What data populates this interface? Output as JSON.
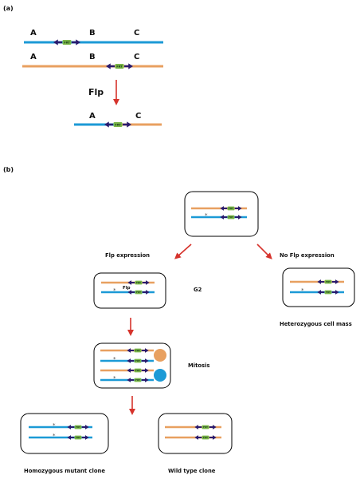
{
  "panel_a": {
    "label": "(a)",
    "chromosome1_labels": [
      "A",
      "B",
      "C"
    ],
    "chromosome2_labels": [
      "A",
      "B",
      "C"
    ],
    "recombinase": "Flp",
    "product_labels": [
      "A",
      "C"
    ]
  },
  "panel_b": {
    "label": "(b)",
    "flp_expression": "Flp expression",
    "no_flp_expression": "No Flp expression",
    "g2": "G2",
    "flp_in_cell": "Flp",
    "mitosis": "Mitosis",
    "heterozygous": "Heterozygous cell mass",
    "homozygous": "Homozygous mutant clone",
    "wild_type": "Wild type clone",
    "mutation_mark": "*"
  },
  "frt_label": "FRT",
  "colors": {
    "blue_chromosome": "#1c9ad6",
    "orange_chromosome": "#e8a060",
    "frt_box": "#7ab648",
    "arrowhead": "#2a1b6e",
    "red_arrow": "#d6332c",
    "outline": "#000000"
  }
}
